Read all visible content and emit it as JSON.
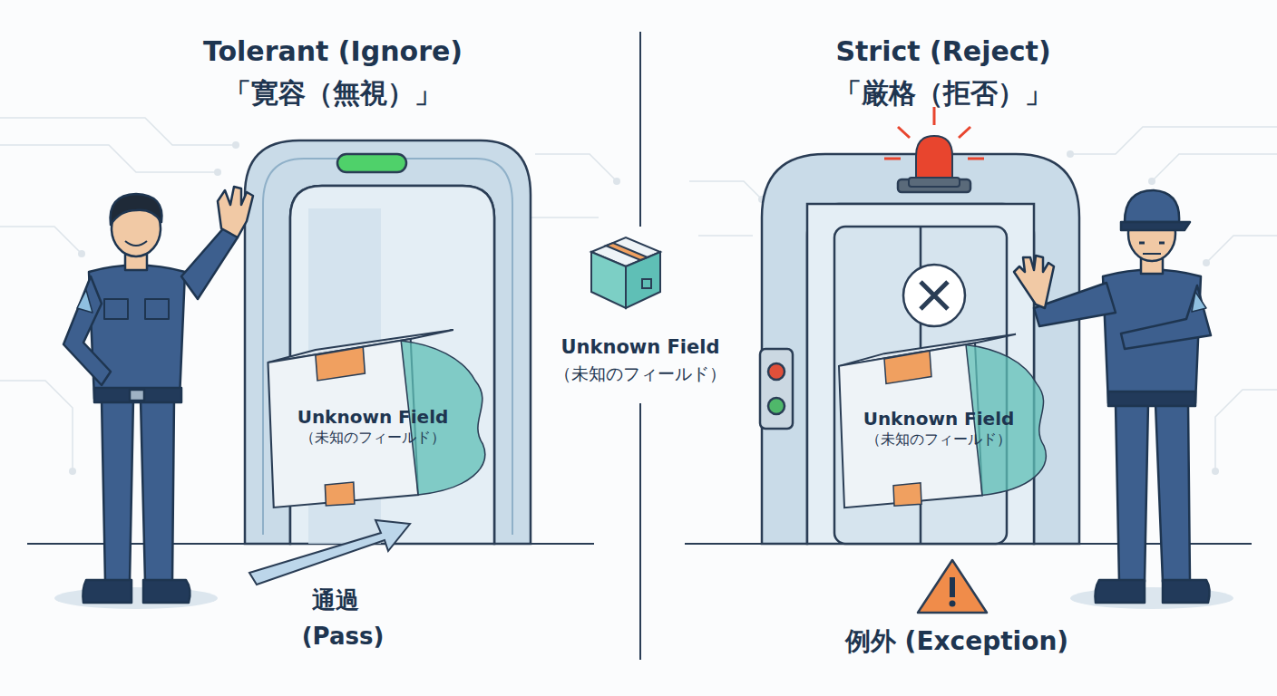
{
  "diagram": {
    "nodes": [
      {
        "text": [
          "Unknown Field",
          "（未知のフィールド）"
        ]
      },
      {
        "text": [
          "Unknown Field",
          "（未知のフィールド）"
        ]
      }
    ],
    "labels": [
      "Tolerant (Ignore)",
      "「寛容（無視）」",
      "Strict (Reject)",
      "「厳格（拒否）」",
      "Unknown Field",
      "（未知のフィールド）",
      "通過",
      "(Pass)",
      "例外 (Exception)"
    ]
  }
}
